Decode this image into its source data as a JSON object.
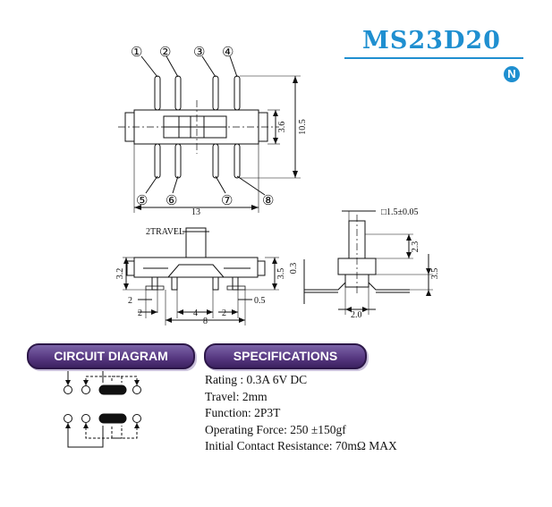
{
  "title": "MS23D20",
  "badge": "N",
  "pin_numbers": [
    "①",
    "②",
    "③",
    "④",
    "⑤",
    "⑥",
    "⑦",
    "⑧"
  ],
  "dimensions": {
    "height_total": "10.5",
    "height_body": "3.6",
    "width_total": "13",
    "travel": "2TRAVEL",
    "side_left": "3.2",
    "side_right": "3.5",
    "pin_offset_left": "2",
    "pin_left_outer": "2",
    "pin_pitch": "4",
    "pin_gap": "2",
    "pin_width": "0.5",
    "pin_span": "8",
    "lever": "□1.5±0.05",
    "lever_height": "2.3",
    "bend_height": "0.3",
    "end_height": "3.5",
    "end_width": "2.0"
  },
  "sections": {
    "circuit": "CIRCUIT DIAGRAM",
    "specs": "SPECIFICATIONS"
  },
  "specifications": [
    "Rating : 0.3A 6V DC",
    "Travel: 2mm",
    "Function: 2P3T",
    "Operating Force: 250 ±150gf",
    "Initial Contact Resistance: 70mΩ MAX"
  ],
  "colors": {
    "accent": "#1f8fd0",
    "pill": "#55367f"
  }
}
